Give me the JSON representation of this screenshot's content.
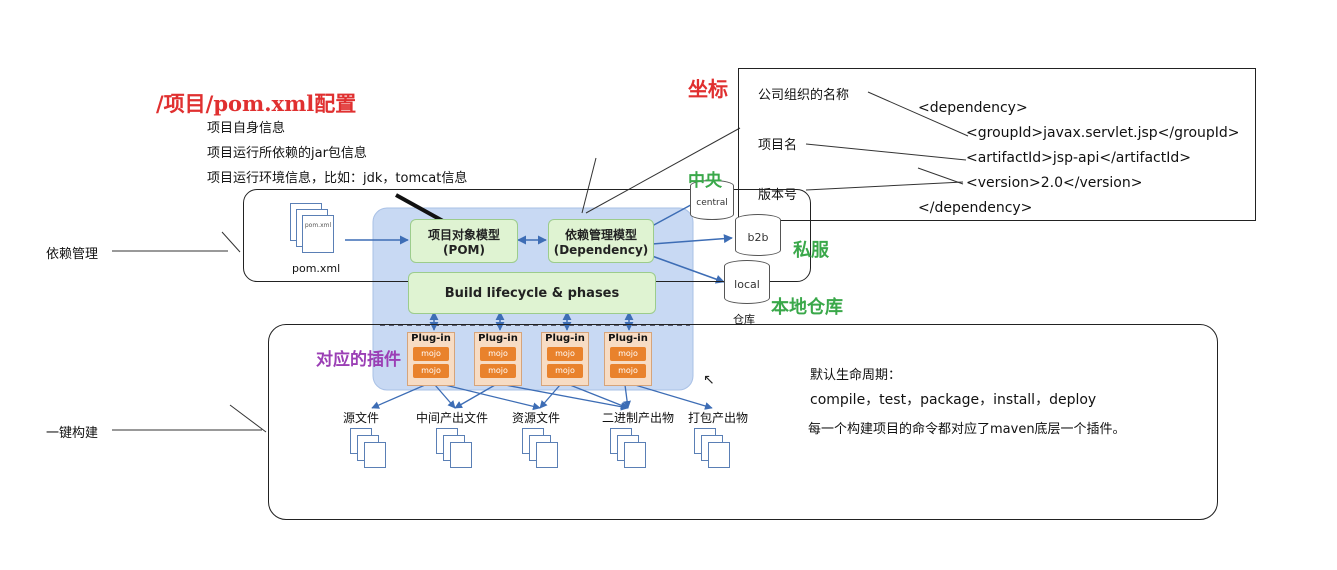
{
  "header": {
    "title": "/项目/pom.xml配置",
    "lines": [
      "项目自身信息",
      "项目运行所依赖的jar包信息",
      "项目运行环境信息，比如：jdk，tomcat信息"
    ]
  },
  "coordinates": {
    "label": "坐标",
    "left_labels": [
      "公司组织的名称",
      "项目名",
      "版本号"
    ],
    "xml": [
      "<dependency>",
      "<groupId>javax.servlet.jsp</groupId>",
      "<artifactId>jsp-api</artifactId>",
      "<version>2.0</version>",
      "</dependency>"
    ]
  },
  "side_labels": {
    "dependency_mgmt": "依赖管理",
    "one_click_build": "一键构建"
  },
  "diagram": {
    "pom_file": "pom.xml",
    "pom_icon_text": "pom.xml",
    "pom_model": [
      "项目对象模型",
      "(POM)"
    ],
    "dep_model": [
      "依赖管理模型",
      "(Dependency)"
    ],
    "lifecycle": "Build lifecycle & phases",
    "plugin_label": "Plug-in",
    "mojo_label": "mojo",
    "plugins_annotation": "对应的插件",
    "repos": {
      "central": "central",
      "b2b": "b2b",
      "local": "local",
      "local_caption": "仓库"
    },
    "repo_notes": {
      "central": "中央",
      "private": "私服",
      "local": "本地仓库"
    },
    "outputs": [
      "源文件",
      "中间产出文件",
      "资源文件",
      "二进制产出物",
      "打包产出物"
    ]
  },
  "lifecycle_notes": {
    "heading": "默认生命周期：",
    "phases": "compile，test，package，install，deploy",
    "description": "每一个构建项目的命令都对应了maven底层一个插件。"
  },
  "colors": {
    "red": "#e03030",
    "green": "#3aa84a",
    "purple": "#9b3fb5",
    "panel_blue": "#c8d9f3"
  }
}
